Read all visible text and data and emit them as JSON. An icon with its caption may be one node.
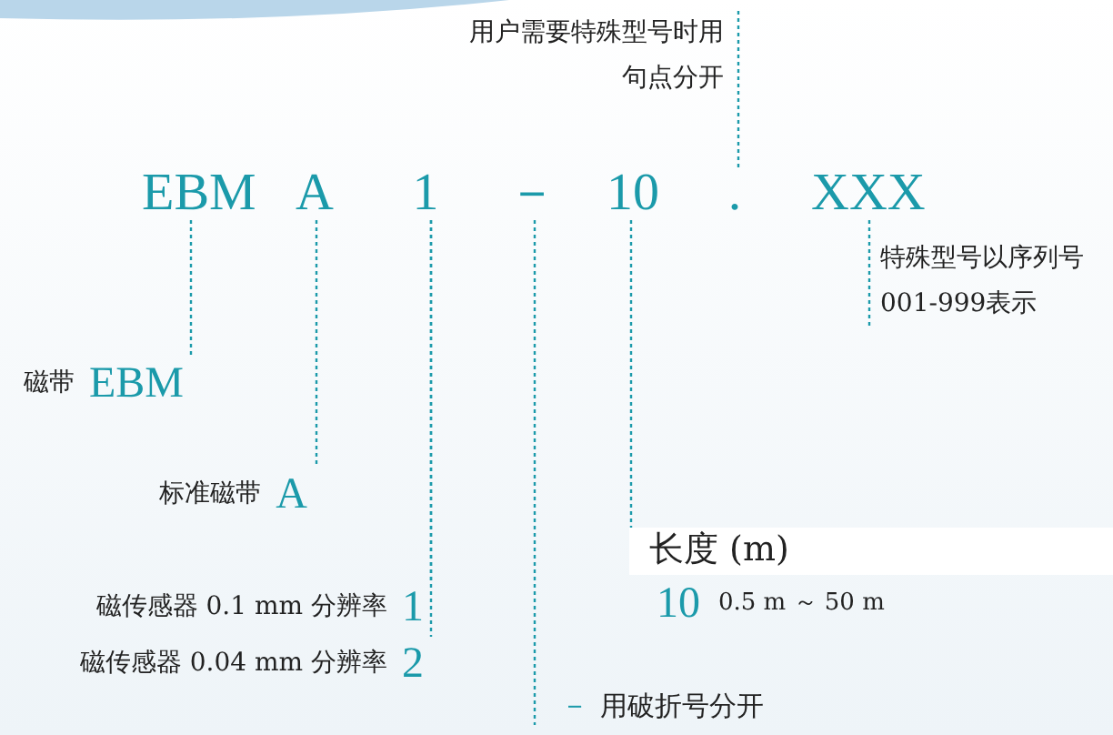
{
  "diagram": {
    "nodes": [
      {
        "text": [
          "用户需要特殊型号时用句点分开"
        ]
      },
      {
        "text": [
          "EBM"
        ]
      },
      {
        "text": [
          "A"
        ]
      },
      {
        "text": [
          "1"
        ]
      },
      {
        "text": [
          "－"
        ]
      },
      {
        "text": [
          "10"
        ]
      },
      {
        "text": [
          "."
        ]
      },
      {
        "text": [
          "XXX"
        ]
      },
      {
        "text": [
          "特殊型号以序列号001-999表示"
        ]
      },
      {
        "text": [
          "磁带",
          "EBM"
        ]
      },
      {
        "text": [
          "标准磁带",
          "A"
        ]
      },
      {
        "text": [
          "磁传感器 0.1 mm 分辨率",
          "1"
        ]
      },
      {
        "text": [
          "磁传感器 0.04 mm 分辨率",
          "2"
        ]
      },
      {
        "text": [
          "长度 (m)",
          "10",
          "0.5 m ～ 50 m"
        ]
      },
      {
        "text": [
          "－",
          "用破折号分开"
        ]
      }
    ],
    "edges": [
      {
        "from": 6,
        "to": 0,
        "arrow": "none"
      },
      {
        "from": 7,
        "to": 8,
        "arrow": "none"
      },
      {
        "from": 1,
        "to": 9,
        "arrow": "none"
      },
      {
        "from": 2,
        "to": 10,
        "arrow": "none"
      },
      {
        "from": 3,
        "to": 11,
        "arrow": "none"
      },
      {
        "from": 3,
        "to": 12,
        "arrow": "none"
      },
      {
        "from": 5,
        "to": 13,
        "arrow": "none"
      },
      {
        "from": 4,
        "to": 14,
        "arrow": "none"
      }
    ]
  }
}
